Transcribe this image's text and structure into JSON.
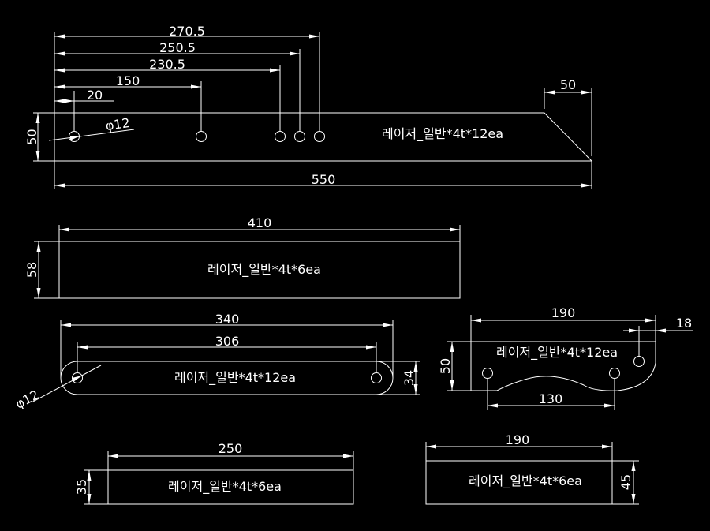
{
  "colors": {
    "background": "#000000",
    "lines": "#ffffff"
  },
  "part1": {
    "dim_270_5": "270.5",
    "dim_250_5": "250.5",
    "dim_230_5": "230.5",
    "dim_150": "150",
    "dim_20": "20",
    "dim_50_slant": "50",
    "dim_height": "50",
    "dim_hole": "φ12",
    "dim_length": "550",
    "label": "레이저_일반*4t*12ea"
  },
  "part2": {
    "dim_length": "410",
    "dim_height": "58",
    "label": "레이저_일반*4t*6ea"
  },
  "part3": {
    "dim_length": "340",
    "dim_holes": "306",
    "dim_height": "34",
    "dim_hole": "φ12",
    "label": "레이저_일반*4t*12ea"
  },
  "part4": {
    "dim_length": "190",
    "dim_offset": "18",
    "dim_height": "50",
    "dim_cutout": "130",
    "label": "레이저_일반*4t*12ea"
  },
  "part5": {
    "dim_length": "250",
    "dim_height": "35",
    "label": "레이저_일반*4t*6ea"
  },
  "part6": {
    "dim_length": "190",
    "dim_height": "45",
    "label": "레이저_일반*4t*6ea"
  }
}
